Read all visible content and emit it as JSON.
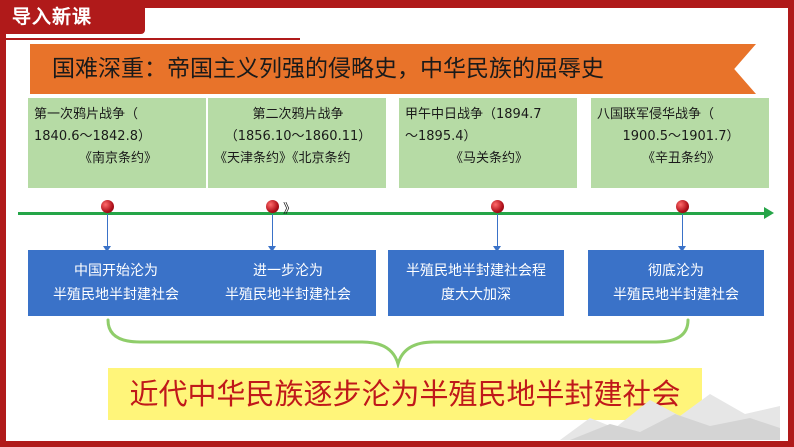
{
  "header": {
    "tab_label": "导入新课"
  },
  "banner": {
    "text": "国难深重：帝国主义列强的侵略史，中华民族的屈辱史"
  },
  "events": [
    {
      "line1": "第一次鸦片战争（",
      "line2": "1840.6～1842.8）",
      "line3": "《南京条约》"
    },
    {
      "line1": "第二次鸦片战争",
      "line2": "（1856.10～1860.11）",
      "line3": "《天津条约》《北京条约"
    },
    {
      "line1": "甲午中日战争（1894.7",
      "line2": "～1895.4）",
      "line3": "《马关条约》"
    },
    {
      "line1": "八国联军侵华战争（",
      "line2": "1900.5～1901.7）",
      "line3": "《辛丑条约》"
    }
  ],
  "stray_mark": "》",
  "results": [
    {
      "line1": "中国开始沦为",
      "line2": "半殖民地半封建社会"
    },
    {
      "line1": "进一步沦为",
      "line2": "半殖民地半封建社会"
    },
    {
      "line1": "半殖民地半封建社会程",
      "line2": "度大大加深"
    },
    {
      "line1": "彻底沦为",
      "line2": "半殖民地半封建社会"
    }
  ],
  "conclusion": "近代中华民族逐步沦为半殖民地半封建社会",
  "colors": {
    "frame": "#b01a1a",
    "banner": "#e8732a",
    "event_box": "#b6dba5",
    "timeline": "#25a548",
    "result_box": "#3a72c8",
    "conclusion_bg": "#fff57a",
    "conclusion_text": "#c0181a"
  }
}
